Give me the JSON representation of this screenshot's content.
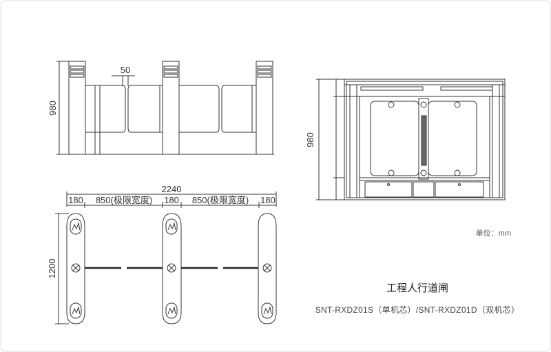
{
  "drawing": {
    "dimensions": {
      "front_height": "980",
      "front_gap": "50",
      "side_height": "980",
      "total_width": "2240",
      "w_cab1": "180",
      "w_lane1": "850(极限宽度)",
      "w_cab2": "180",
      "w_lane2": "850(极限宽度)",
      "w_cab3": "180",
      "plan_depth": "1200"
    },
    "unit_label": "单位：mm",
    "product_title": "工程人行道闸",
    "model_line": "SNT-RXDZ01S（单机芯）/SNT-RXDZ01D（双机芯）"
  },
  "colors": {
    "line": "#333333",
    "frame": "#dddddd"
  }
}
